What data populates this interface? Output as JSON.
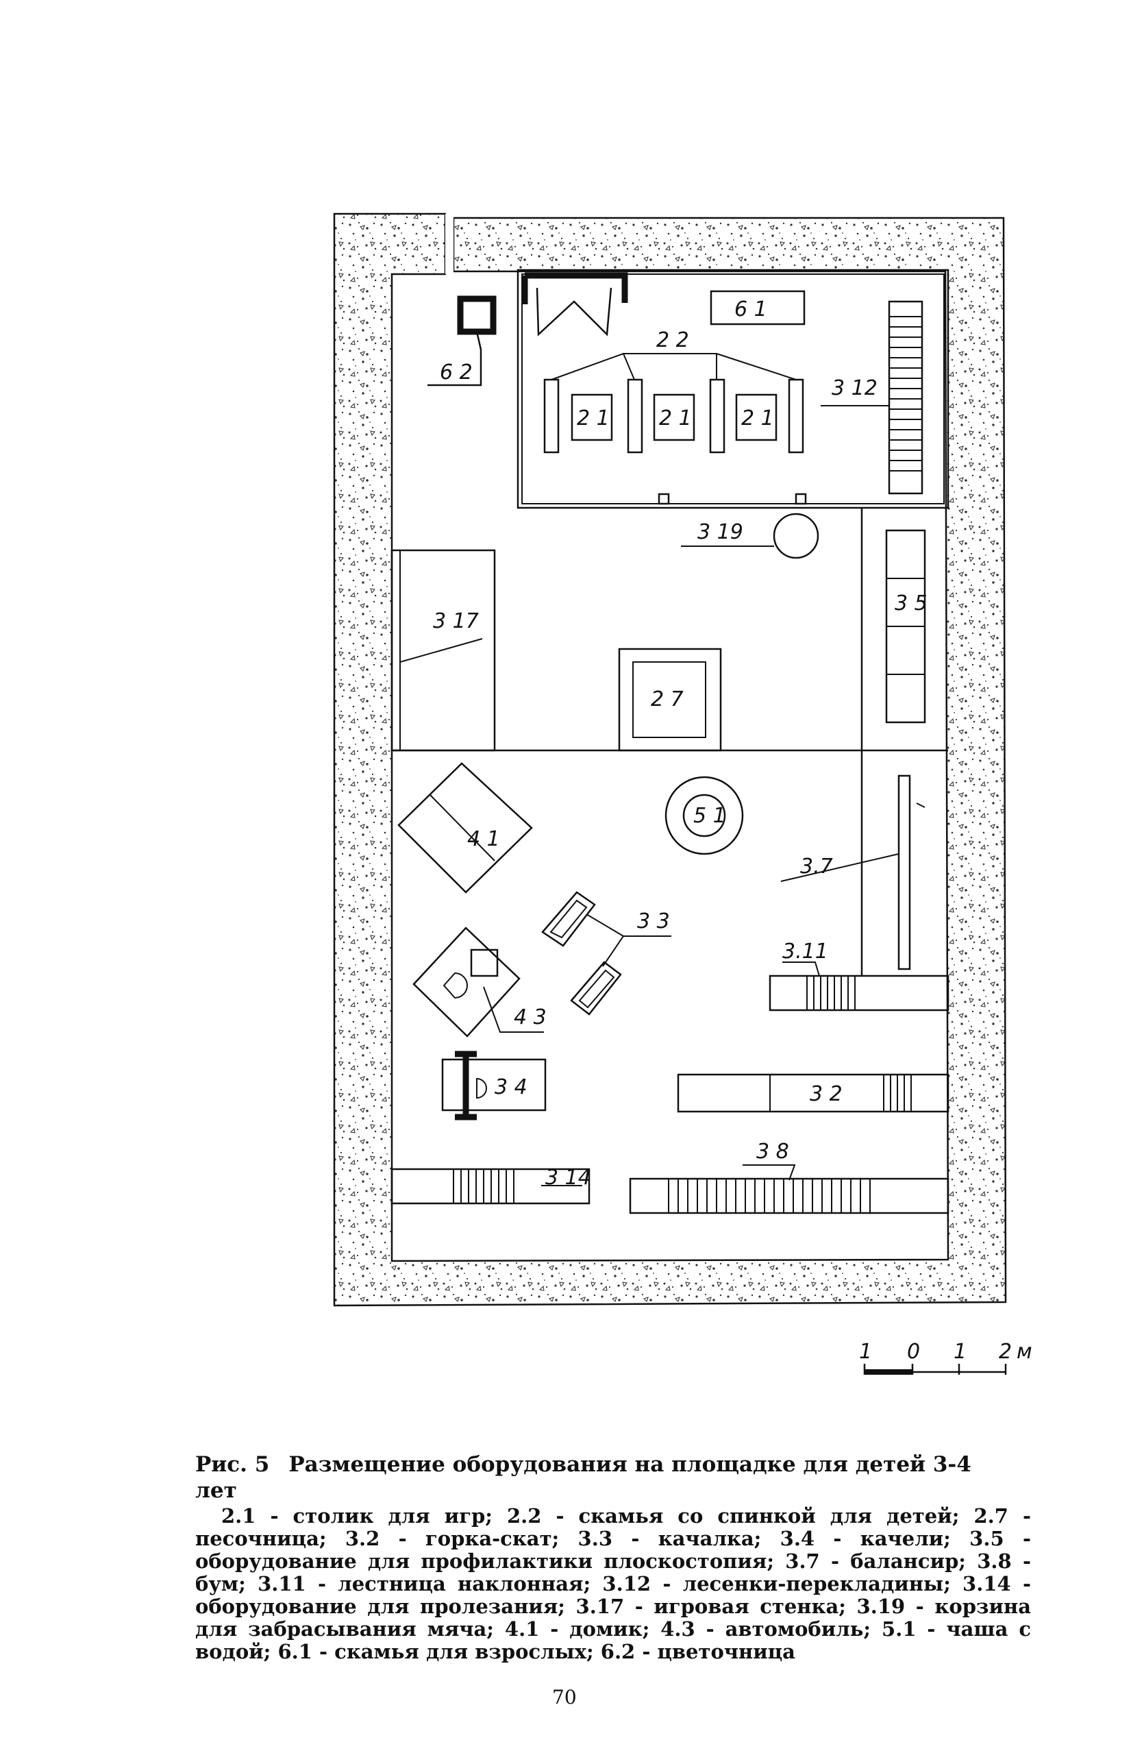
{
  "figure": {
    "number_label": "Рис. 5",
    "title": "Размещение оборудования на площадке для детей 3-4 лет",
    "legend_text": "2.1 - столик для игр;  2.2 - скамья со спинкой для детей; 2.7 - песочница; 3.2 - горка-скат; 3.3 - качалка; 3.4 - качели; 3.5 - оборудование для профилактики плоскостопия; 3.7 - балансир; 3.8 - бум; 3.11 - лестница наклонная; 3.12 - лесенки-перекладины; 3.14 - оборудование для пролезания; 3.17 - игровая стенка; 3.19 - корзина для забрасывания мяча; 4.1 - домик; 4.3 - автомобиль; 5.1 - чаша с водой; 6.1 - скамья для взрослых; 6.2 - цветочница"
  },
  "plan_labels": {
    "l61": "6 1",
    "l22": "2 2",
    "l21a": "2 1",
    "l21b": "2 1",
    "l21c": "2 1",
    "l312": "3 12",
    "l62": "6 2",
    "l319": "3 19",
    "l35": "3 5",
    "l317": "3 17",
    "l27": "2 7",
    "l41": "4 1",
    "l51": "5 1",
    "l37": "3.7",
    "l33": "3 3",
    "l311": "3.11",
    "l43": "4 3",
    "l34": "3 4",
    "l32": "3 2",
    "l38": "3 8",
    "l314": "3 14"
  },
  "scale_bar": {
    "ticks": [
      "1",
      "0",
      "1",
      "2"
    ],
    "unit": "м"
  },
  "page_number": "70"
}
